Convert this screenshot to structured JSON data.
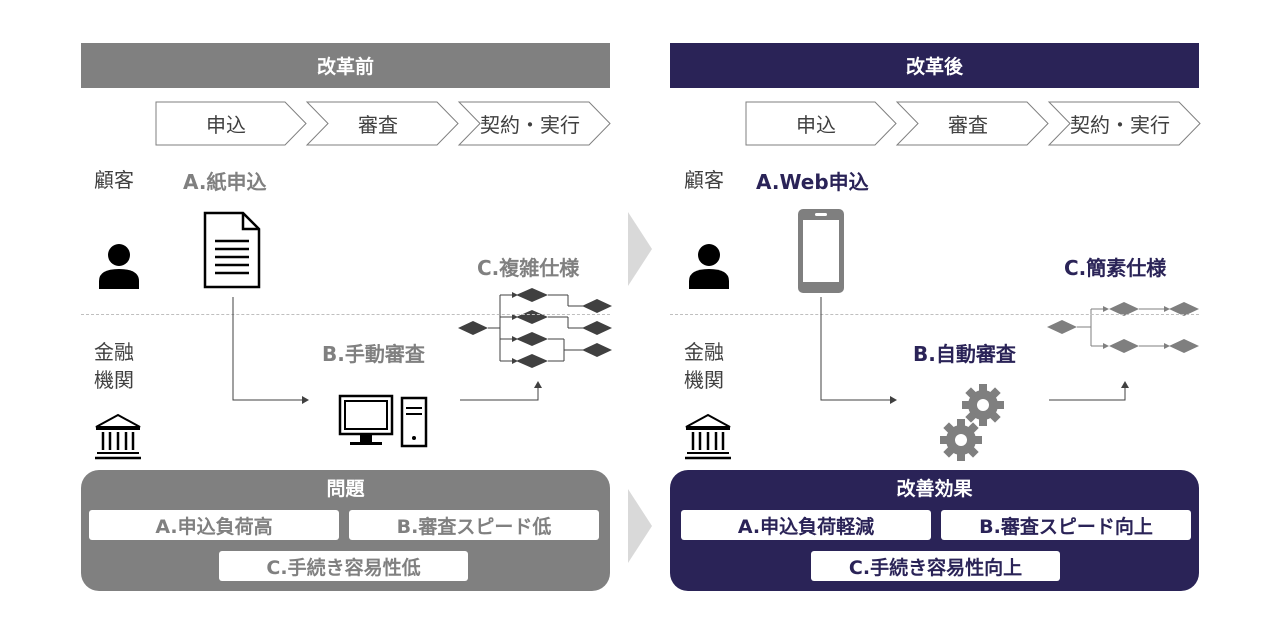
{
  "before": {
    "header": "改革前",
    "steps": [
      "申込",
      "審査",
      "契約・実行"
    ],
    "customer_label": "顧客",
    "bank_label": "金融機関",
    "a_title": "A.紙申込",
    "b_title": "B.手動審査",
    "c_title": "C.複雑仕様",
    "panel": {
      "title": "問題",
      "items": [
        "A.申込負荷高",
        "B.審査スピード低",
        "C.手続き容易性低"
      ]
    }
  },
  "after": {
    "header": "改革後",
    "steps": [
      "申込",
      "審査",
      "契約・実行"
    ],
    "customer_label": "顧客",
    "bank_label": "金融機関",
    "a_title": "A.Web申込",
    "b_title": "B.自動審査",
    "c_title": "C.簡素仕様",
    "panel": {
      "title": "改善効果",
      "items": [
        "A.申込負荷軽減",
        "B.審査スピード向上",
        "C.手続き容易性向上"
      ]
    }
  },
  "colors": {
    "gray": "#808080",
    "navy": "#2a2357",
    "diamond": "#404040",
    "diamond_after": "#7f7f7f",
    "arrow": "#d9d9d9"
  },
  "icons": {
    "customer": "person-icon",
    "bank": "bank-building-icon",
    "paper": "document-icon",
    "phone": "smartphone-icon",
    "computer": "desktop-computer-icon",
    "gears": "gears-icon",
    "flow_complex": "complex-flowchart-icon",
    "flow_simple": "simple-flowchart-icon"
  }
}
